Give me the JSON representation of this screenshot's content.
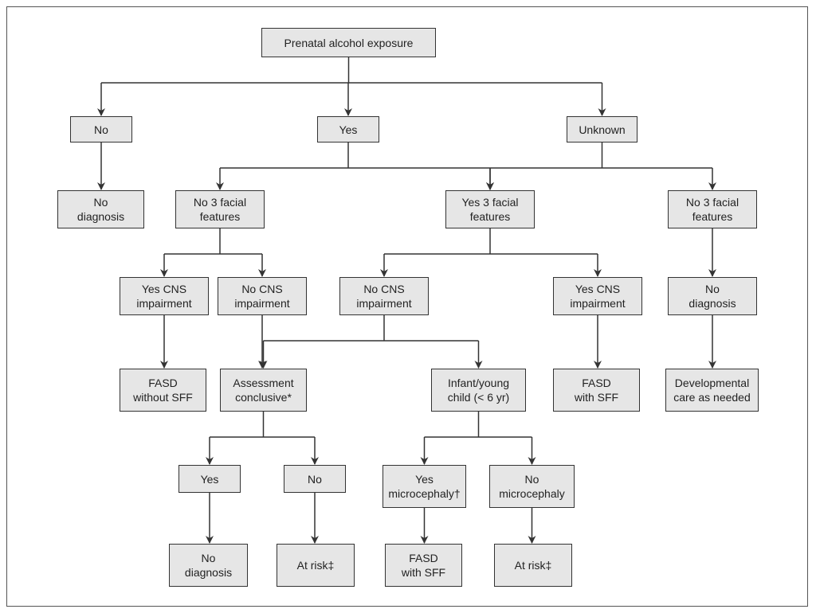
{
  "colors": {
    "node_fill": "#e6e6e6",
    "node_border": "#333333",
    "line": "#333333",
    "frame": "#555555"
  },
  "nodes": [
    {
      "id": "exposure",
      "label": "Prenatal alcohol exposure"
    },
    {
      "id": "no",
      "label": "No"
    },
    {
      "id": "yes",
      "label": "Yes"
    },
    {
      "id": "unknown",
      "label": "Unknown"
    },
    {
      "id": "no-diagnosis-1",
      "label": "No\ndiagnosis"
    },
    {
      "id": "no-facial-1",
      "label": "No 3 facial\nfeatures"
    },
    {
      "id": "yes-facial",
      "label": "Yes 3 facial\nfeatures"
    },
    {
      "id": "no-facial-2",
      "label": "No 3 facial\nfeatures"
    },
    {
      "id": "yes-cns-1",
      "label": "Yes CNS\nimpairment"
    },
    {
      "id": "no-cns-1",
      "label": "No CNS\nimpairment"
    },
    {
      "id": "no-cns-2",
      "label": "No CNS\nimpairment"
    },
    {
      "id": "yes-cns-2",
      "label": "Yes CNS\nimpairment"
    },
    {
      "id": "no-diagnosis-2",
      "label": "No\ndiagnosis"
    },
    {
      "id": "fasd-without-sff",
      "label": "FASD\nwithout SFF"
    },
    {
      "id": "assessment",
      "label": "Assessment\nconclusive*"
    },
    {
      "id": "infant",
      "label": "Infant/young\nchild (< 6 yr)"
    },
    {
      "id": "fasd-with-sff-1",
      "label": "FASD\nwith SFF"
    },
    {
      "id": "developmental",
      "label": "Developmental\ncare as needed"
    },
    {
      "id": "yes-2",
      "label": "Yes"
    },
    {
      "id": "no-2",
      "label": "No"
    },
    {
      "id": "yes-microcephaly",
      "label": "Yes\nmicrocephaly†"
    },
    {
      "id": "no-microcephaly",
      "label": "No\nmicrocephaly"
    },
    {
      "id": "no-diagnosis-3",
      "label": "No\ndiagnosis"
    },
    {
      "id": "at-risk-1",
      "label": "At risk‡"
    },
    {
      "id": "fasd-with-sff-2",
      "label": "FASD\nwith SFF"
    },
    {
      "id": "at-risk-2",
      "label": "At risk‡"
    }
  ],
  "edges": [
    {
      "from": "exposure",
      "to": [
        "no",
        "yes",
        "unknown"
      ]
    },
    {
      "from": "no",
      "to": [
        "no-diagnosis-1"
      ]
    },
    {
      "from": "yes",
      "to": [
        "no-facial-1",
        "yes-facial"
      ]
    },
    {
      "from": "unknown",
      "to": [
        "yes-facial",
        "no-facial-2"
      ]
    },
    {
      "from": "no-facial-1",
      "to": [
        "yes-cns-1",
        "no-cns-1"
      ]
    },
    {
      "from": "yes-facial",
      "to": [
        "no-cns-2",
        "yes-cns-2"
      ]
    },
    {
      "from": "no-facial-2",
      "to": [
        "no-diagnosis-2"
      ]
    },
    {
      "from": "yes-cns-1",
      "to": [
        "fasd-without-sff"
      ]
    },
    {
      "from": "no-cns-1",
      "to": [
        "assessment"
      ]
    },
    {
      "from": "no-cns-2",
      "to": [
        "assessment",
        "infant"
      ]
    },
    {
      "from": "yes-cns-2",
      "to": [
        "fasd-with-sff-1"
      ]
    },
    {
      "from": "no-diagnosis-2",
      "to": [
        "developmental"
      ]
    },
    {
      "from": "assessment",
      "to": [
        "yes-2",
        "no-2"
      ]
    },
    {
      "from": "infant",
      "to": [
        "yes-microcephaly",
        "no-microcephaly"
      ]
    },
    {
      "from": "yes-2",
      "to": [
        "no-diagnosis-3"
      ]
    },
    {
      "from": "no-2",
      "to": [
        "at-risk-1"
      ]
    },
    {
      "from": "yes-microcephaly",
      "to": [
        "fasd-with-sff-2"
      ]
    },
    {
      "from": "no-microcephaly",
      "to": [
        "at-risk-2"
      ]
    }
  ]
}
